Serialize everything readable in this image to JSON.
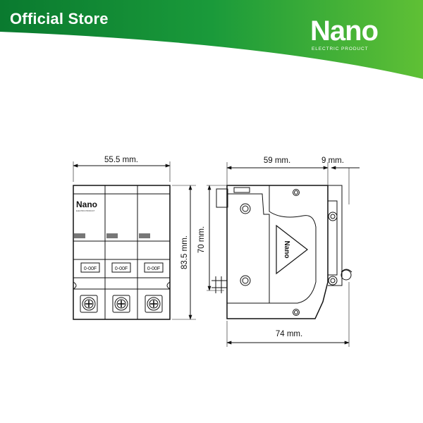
{
  "header": {
    "store_label": "Official Store",
    "brand_name": "Nano",
    "brand_tagline": "ELECTRIC PRODUCT",
    "gradient_colors": [
      "#0a7a2f",
      "#1a9a3a",
      "#5fc035"
    ]
  },
  "diagram": {
    "front_view": {
      "width_label": "55.5 mm.",
      "height_label": "83.5 mm.",
      "device_logo": "Nano",
      "device_tagline": "ELECTRIC PRODUCT",
      "pole_labels": [
        "0-00F",
        "0-00F",
        "0-00F"
      ]
    },
    "side_view": {
      "width_label": "59 mm.",
      "extension_label": "9 mm.",
      "height_label": "70 mm.",
      "depth_label": "74 mm.",
      "side_logo": "Nano"
    }
  }
}
